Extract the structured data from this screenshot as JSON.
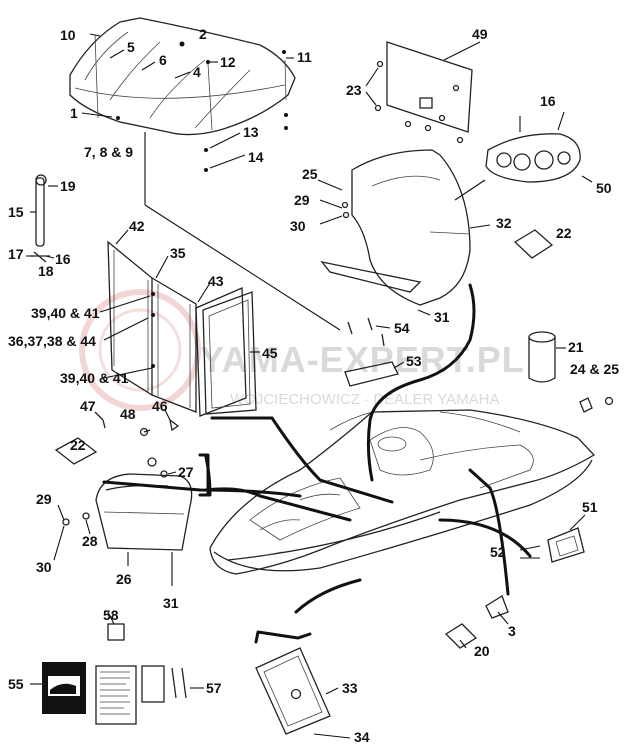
{
  "watermark": {
    "brand": "YAMA-EXPERT.PL",
    "subline": "WOJCIECHOWICZ · DEALER YAMAHA"
  },
  "callouts": [
    {
      "id": "c1",
      "text": "1"
    },
    {
      "id": "c2",
      "text": "2"
    },
    {
      "id": "c3",
      "text": "3"
    },
    {
      "id": "c4",
      "text": "4"
    },
    {
      "id": "c5",
      "text": "5"
    },
    {
      "id": "c6",
      "text": "6"
    },
    {
      "id": "c789",
      "text": "7, 8 & 9"
    },
    {
      "id": "c10",
      "text": "10"
    },
    {
      "id": "c11",
      "text": "11"
    },
    {
      "id": "c12",
      "text": "12"
    },
    {
      "id": "c13",
      "text": "13"
    },
    {
      "id": "c14",
      "text": "14"
    },
    {
      "id": "c15",
      "text": "15"
    },
    {
      "id": "c16a",
      "text": "16"
    },
    {
      "id": "c16b",
      "text": "16"
    },
    {
      "id": "c17",
      "text": "17"
    },
    {
      "id": "c18",
      "text": "18"
    },
    {
      "id": "c19",
      "text": "19"
    },
    {
      "id": "c20",
      "text": "20"
    },
    {
      "id": "c21",
      "text": "21"
    },
    {
      "id": "c22a",
      "text": "22"
    },
    {
      "id": "c22b",
      "text": "22"
    },
    {
      "id": "c23",
      "text": "23"
    },
    {
      "id": "c2425",
      "text": "24 & 25"
    },
    {
      "id": "c25",
      "text": "25"
    },
    {
      "id": "c26",
      "text": "26"
    },
    {
      "id": "c27",
      "text": "27"
    },
    {
      "id": "c28",
      "text": "28"
    },
    {
      "id": "c29a",
      "text": "29"
    },
    {
      "id": "c29b",
      "text": "29"
    },
    {
      "id": "c30a",
      "text": "30"
    },
    {
      "id": "c30b",
      "text": "30"
    },
    {
      "id": "c31a",
      "text": "31"
    },
    {
      "id": "c31b",
      "text": "31"
    },
    {
      "id": "c32",
      "text": "32"
    },
    {
      "id": "c33",
      "text": "33"
    },
    {
      "id": "c34",
      "text": "34"
    },
    {
      "id": "c35",
      "text": "35"
    },
    {
      "id": "c363738",
      "text": "36,37,38 & 44"
    },
    {
      "id": "c394041a",
      "text": "39,40 & 41"
    },
    {
      "id": "c394041b",
      "text": "39,40 & 41"
    },
    {
      "id": "c42",
      "text": "42"
    },
    {
      "id": "c43",
      "text": "43"
    },
    {
      "id": "c45",
      "text": "45"
    },
    {
      "id": "c46",
      "text": "46"
    },
    {
      "id": "c47",
      "text": "47"
    },
    {
      "id": "c48",
      "text": "48"
    },
    {
      "id": "c49",
      "text": "49"
    },
    {
      "id": "c50",
      "text": "50"
    },
    {
      "id": "c51",
      "text": "51"
    },
    {
      "id": "c52",
      "text": "52"
    },
    {
      "id": "c53",
      "text": "53"
    },
    {
      "id": "c54",
      "text": "54"
    },
    {
      "id": "c55",
      "text": "55"
    },
    {
      "id": "c57",
      "text": "57"
    },
    {
      "id": "c58",
      "text": "58"
    }
  ]
}
